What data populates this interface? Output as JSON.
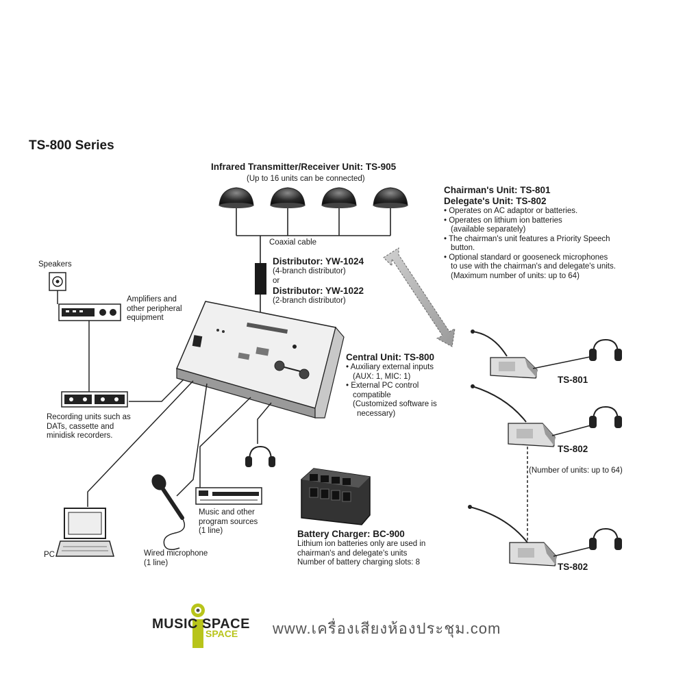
{
  "title": "TS-800 Series",
  "transmitter": {
    "heading": "Infrared Transmitter/Receiver Unit: TS-905",
    "note": "(Up to 16 units can be connected)",
    "cable": "Coaxial cable"
  },
  "distributor": {
    "heading1": "Distributor: YW-1024",
    "desc1": "(4-branch distributor)",
    "or": "or",
    "heading2": "Distributor: YW-1022",
    "desc2": "(2-branch distributor)"
  },
  "units_info": {
    "heading1": "Chairman's Unit: TS-801",
    "heading2": "Delegate's Unit: TS-802",
    "lines": [
      "• Operates on AC adaptor or batteries.",
      "• Operates on lithium ion batteries",
      "  (available separately)",
      "• The chairman's unit features a Priority Speech",
      "  button.",
      "• Optional standard or gooseneck microphones",
      "  to use with the chairman's and delegate's units.",
      "  (Maximum number of units: up to 64)"
    ]
  },
  "speakers": {
    "label": "Speakers"
  },
  "amplifiers": {
    "lines": [
      "Amplifiers and",
      "other peripheral",
      "equipment"
    ]
  },
  "recording": {
    "lines": [
      "Recording units such as",
      "DATs, cassette and",
      "minidisk recorders."
    ]
  },
  "central_unit": {
    "heading": "Central Unit: TS-800",
    "lines": [
      "• Auxiliary external inputs",
      "  (AUX: 1, MIC: 1)",
      "• External PC control",
      "  compatible",
      "  (Customized software is",
      "    necessary)"
    ]
  },
  "pc": {
    "label": "PC"
  },
  "microphone": {
    "lines": [
      "Wired microphone",
      "(1 line)"
    ]
  },
  "music": {
    "lines": [
      "Music and other",
      "program sources",
      "(1 line)"
    ]
  },
  "charger": {
    "heading": "Battery Charger: BC-900",
    "lines": [
      "Lithium ion batteries only are used in",
      "chairman's and delegate's units",
      "Number of battery charging slots: 8"
    ]
  },
  "conference_units": {
    "chairman_label": "TS-801",
    "delegate_label_1": "TS-802",
    "delegate_label_2": "TS-802",
    "count_note": "(Number of units: up to 64)"
  },
  "brand": {
    "name": "MUSIC SPACE",
    "sub": "SPACE",
    "url": "www.เครื่องเสียงห้องประชุม.com",
    "accent_color": "#b8c41a"
  }
}
